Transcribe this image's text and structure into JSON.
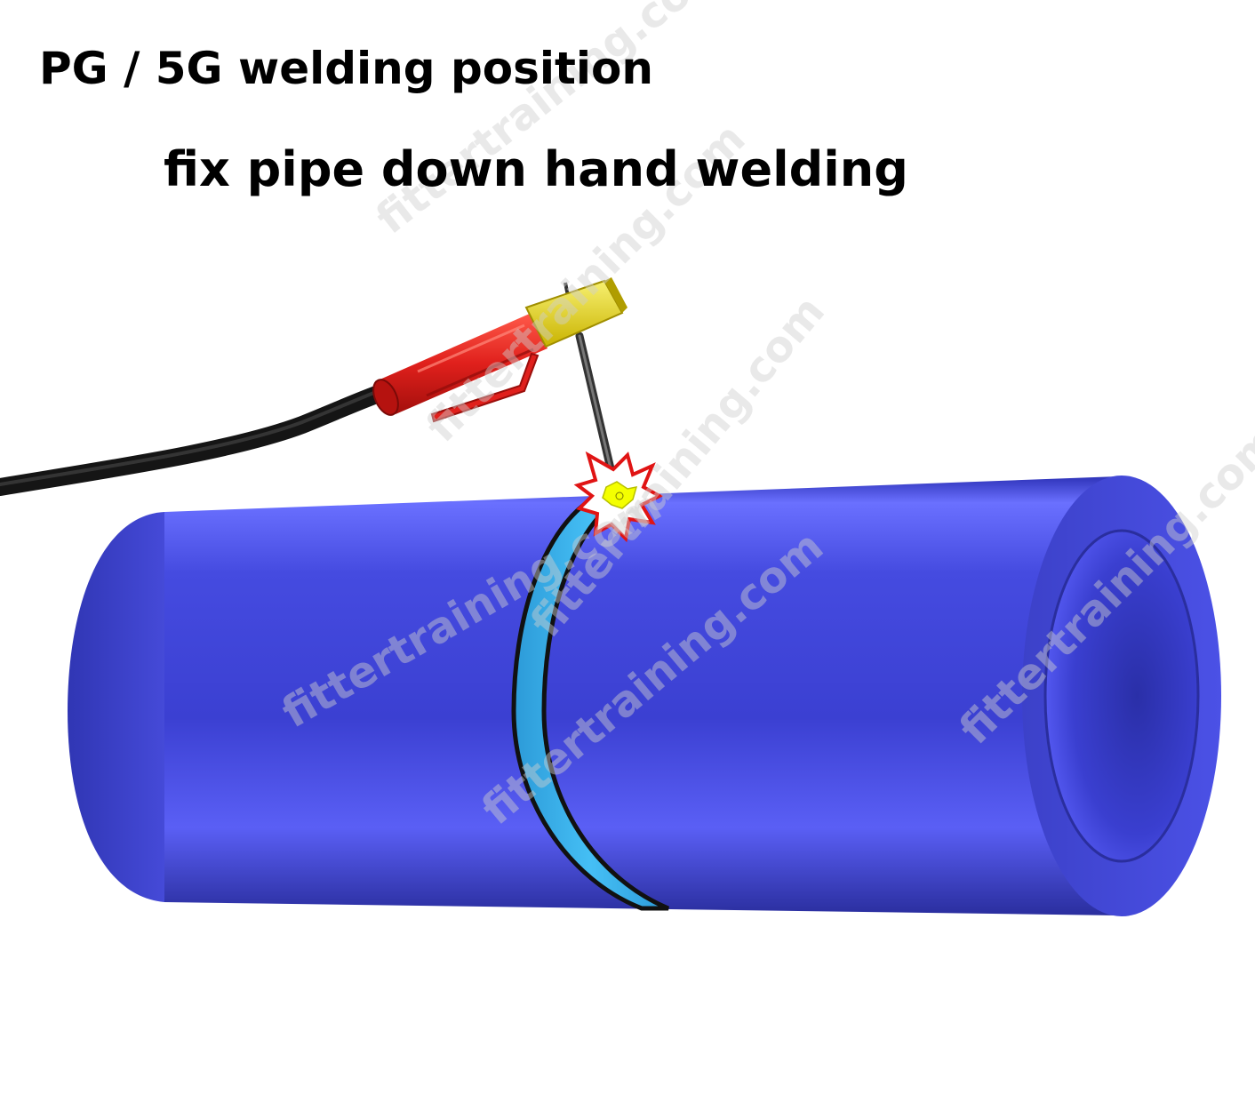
{
  "title": "PG / 5G welding position",
  "subtitle": "fix pipe down hand welding",
  "watermark": "fittertraining.com",
  "colors": {
    "pipe": "#3f45d8",
    "pipe_highlight": "#5b60f5",
    "pipe_shadow": "#25298f",
    "weld_band": "#3fb3f0",
    "holder": "#e0201c",
    "holder_tip": "#e8d000",
    "cable": "#1a1a1a",
    "spark_outline": "#e01414",
    "spark_fill": "#f4ff00"
  },
  "icons": [
    "pipe-icon",
    "electrode-holder-icon",
    "welding-spark-icon"
  ]
}
